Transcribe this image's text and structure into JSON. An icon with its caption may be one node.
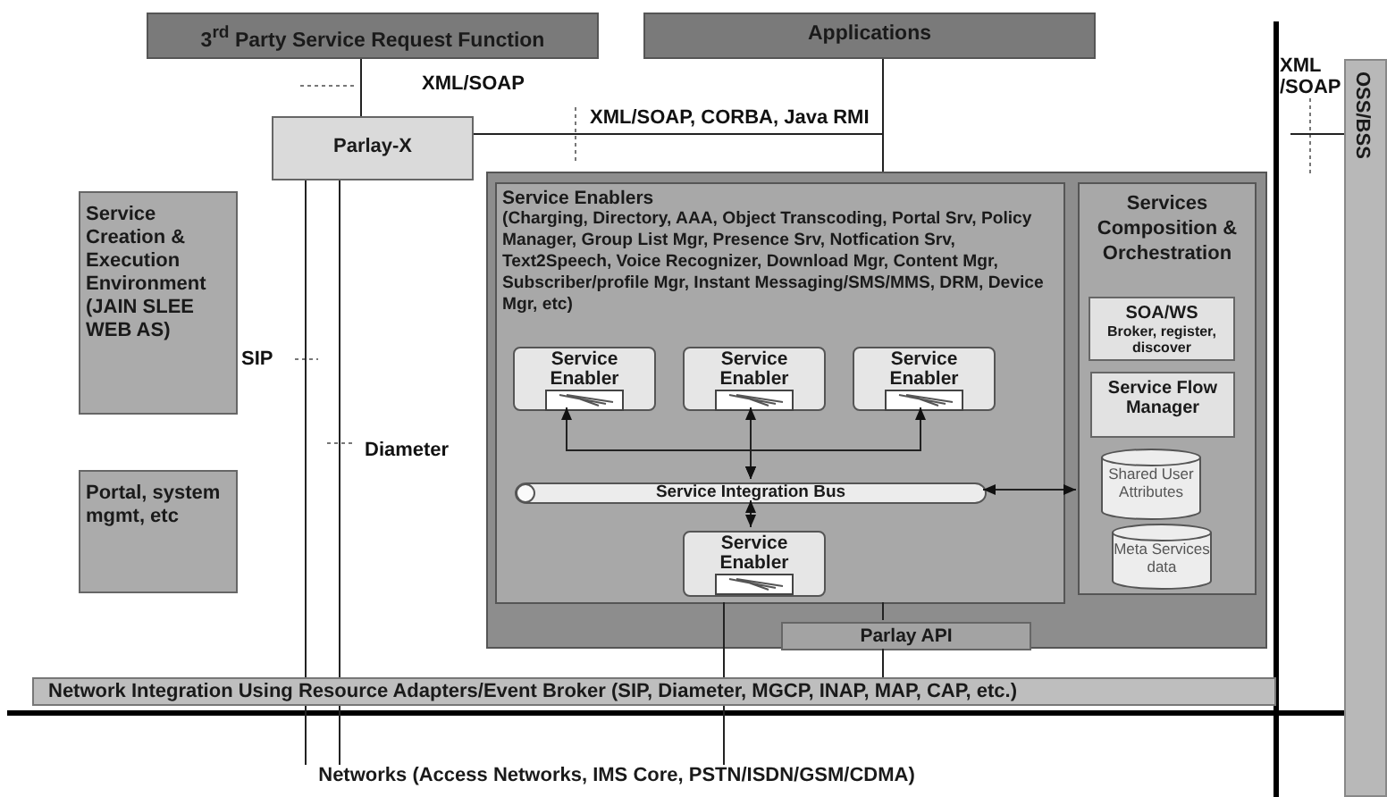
{
  "diagram": {
    "nodes": [
      {
        "text": [
          "3$^{rd}$ Party Service Request Function"
        ]
      },
      {
        "text": [
          "Applications"
        ]
      },
      {
        "text": [
          "Parlay-X"
        ]
      },
      {
        "text": [
          "Service Creation & Execution Environment (JAIN SLEE WEB AS)"
        ]
      },
      {
        "text": [
          "Portal, system mgmt, etc"
        ]
      },
      {
        "text": [],
        "shape": "box"
      },
      {
        "text": [
          "Service Enablers",
          "(Charging, Directory, AAA, Object Transcoding, Portal Srv, Policy Manager, Group List Mgr, Presence Srv, Notfication Srv, Text2Speech, Voice Recognizer, Download Mgr, Content Mgr, Subscriber/profile Mgr, Instant Messaging/SMS/MMS, DRM, Device Mgr, etc)"
        ],
        "in": 5
      },
      {
        "text": [
          "Service Enabler"
        ],
        "in": 6
      },
      {
        "text": [
          "Service Enabler"
        ],
        "in": 6
      },
      {
        "text": [
          "Service Enabler"
        ],
        "in": 6
      },
      {
        "text": [
          "Service Integration Bus"
        ],
        "in": 6
      },
      {
        "text": [
          "Service Enabler"
        ],
        "in": 6
      },
      {
        "text": [
          "Services Composition & Orchestration"
        ],
        "in": 5
      },
      {
        "text": [
          "SOA/WS",
          "Broker, register, discover"
        ],
        "in": 12
      },
      {
        "text": [
          "Service Flow Manager"
        ],
        "in": 12
      },
      {
        "text": [
          "Shared User Attributes"
        ],
        "in": 12
      },
      {
        "text": [
          "Meta Services data"
        ],
        "in": 12
      },
      {
        "text": [
          "Parlay API"
        ],
        "in": 5
      },
      {
        "text": [
          "Network Integration Using Resource Adapters/Event Broker (SIP, Diameter, MGCP, INAP, MAP, CAP, etc.)"
        ]
      },
      {
        "text": [
          "OSS/BSS"
        ]
      },
      {
        "text": [
          "Networks (Access Networks, IMS Core, PSTN/ISDN/GSM/CDMA)"
        ]
      }
    ],
    "edges": [
      {
        "from": 0,
        "to": 2,
        "arrow": "none"
      },
      {
        "from": 2,
        "to": 1,
        "arrow": "none"
      },
      {
        "from": 1,
        "to": 5,
        "arrow": "none"
      },
      {
        "from": 2,
        "to": 18,
        "arrow": "none"
      },
      {
        "from": 2,
        "to": 18,
        "arrow": "none"
      },
      {
        "from": 7,
        "to": 10,
        "arrow": "both"
      },
      {
        "from": 8,
        "to": 10,
        "arrow": "both"
      },
      {
        "from": 9,
        "to": 10,
        "arrow": "both"
      },
      {
        "from": 10,
        "to": 11,
        "arrow": "both"
      },
      {
        "from": 10,
        "to": 12,
        "arrow": "both"
      },
      {
        "from": 6,
        "to": 18,
        "arrow": "none"
      },
      {
        "from": 6,
        "to": 17,
        "arrow": "none"
      },
      {
        "from": 17,
        "to": 18,
        "arrow": "none"
      },
      {
        "from": 18,
        "to": 20,
        "arrow": "none"
      },
      {
        "from": 18,
        "to": 20,
        "arrow": "none"
      },
      {
        "from": 18,
        "to": 20,
        "arrow": "none"
      },
      {
        "from": null,
        "to": 19,
        "arrow": "none"
      }
    ],
    "labels": [
      "XML/SOAP",
      "XML/SOAP, CORBA, Java RMI",
      "SIP",
      "Diameter",
      "XML /SOAP"
    ]
  }
}
